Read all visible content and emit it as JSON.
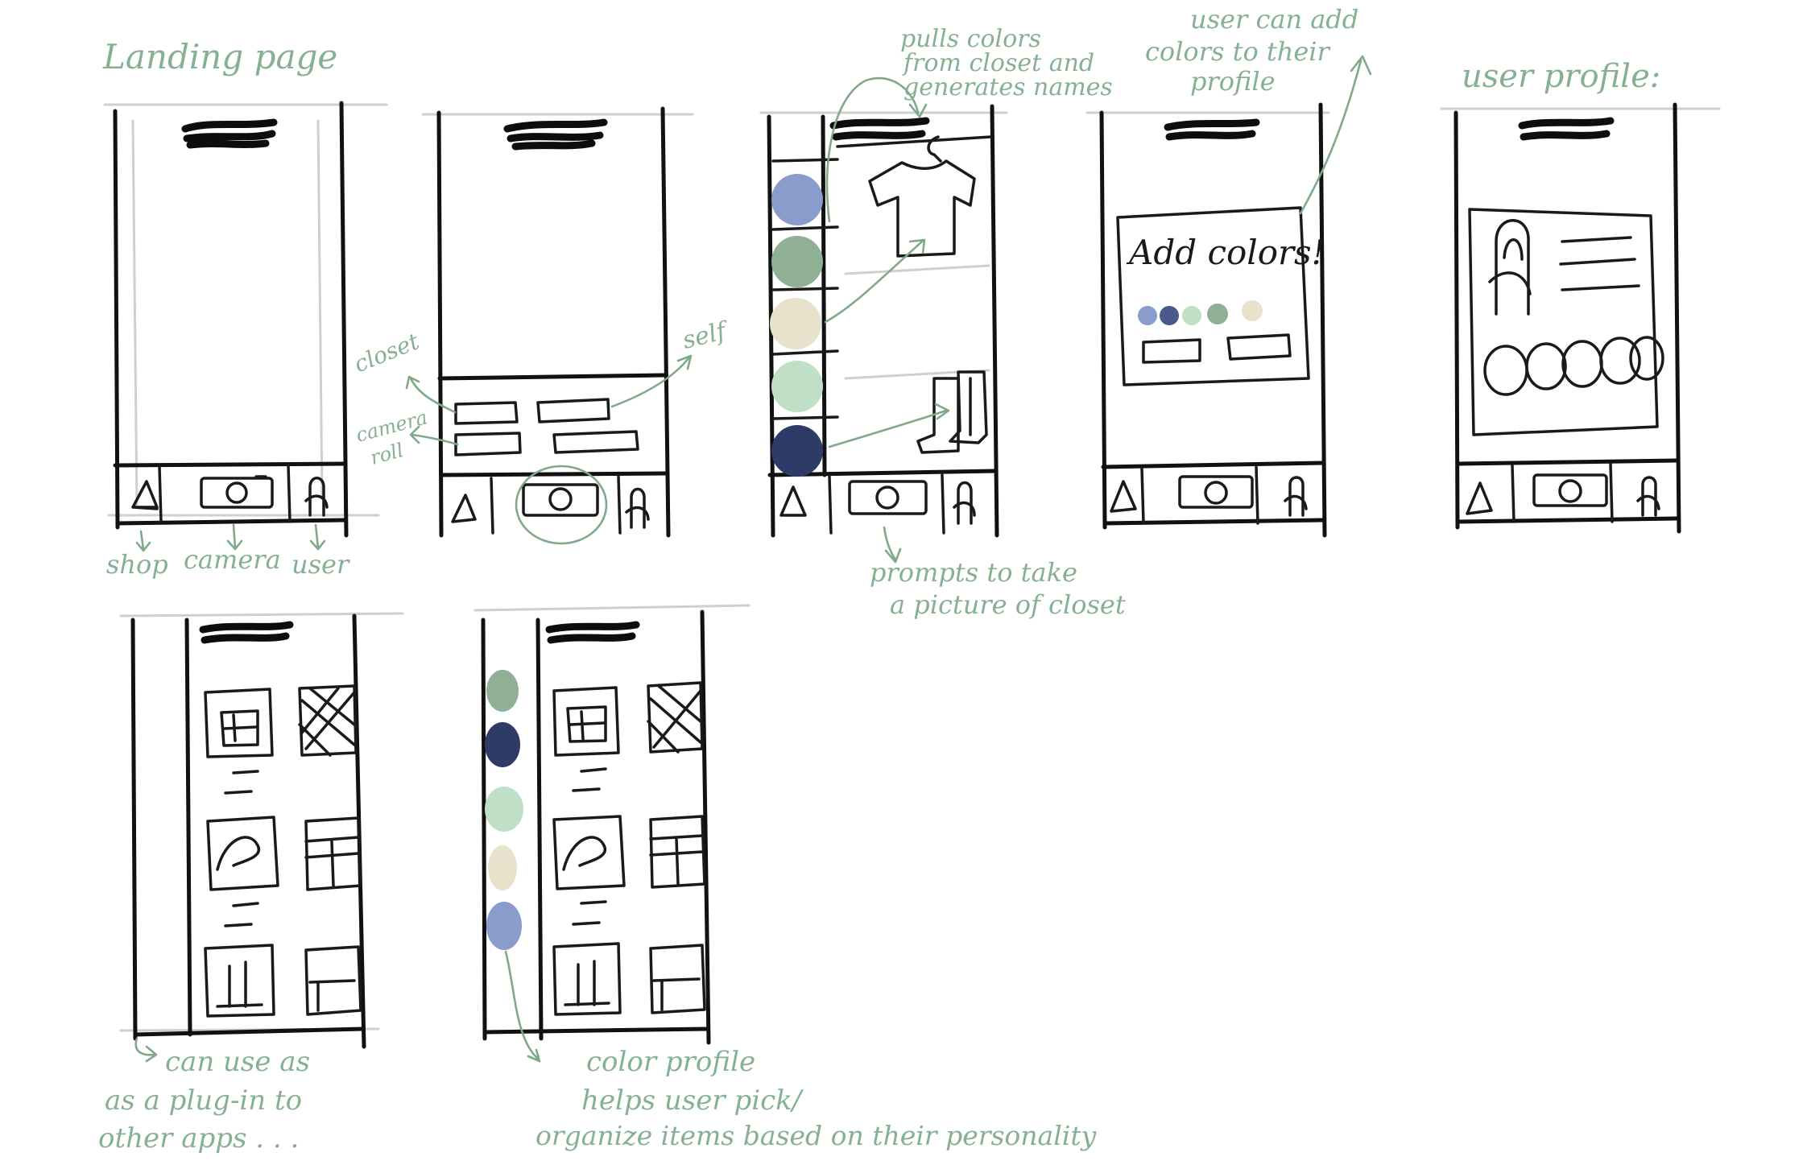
{
  "annotations": {
    "landing_page": "Landing page",
    "pulls_colors": [
      "pulls colors",
      "from closet and",
      "generates names"
    ],
    "user_add_colors": [
      "user can add",
      "colors to their",
      "profile"
    ],
    "user_profile": "user profile:",
    "closet": "closet",
    "camera_roll": [
      "camera",
      "roll"
    ],
    "self": "self",
    "tab_names": [
      "shop",
      "camera",
      "user"
    ],
    "prompts_picture": [
      "prompts to take",
      "a picture of closet"
    ],
    "plugin_note": [
      "can use as",
      "as a plug-in to",
      "other apps . . ."
    ],
    "color_profile_note": [
      "color profile",
      "helps user pick/",
      "organize items based on their personality"
    ]
  },
  "screens": {
    "add_colors_title": "Add colors!"
  },
  "colors": {
    "ink": "#111111",
    "annotation": "#86b093",
    "swatch_blue": "#8a9ccb",
    "swatch_sage": "#8fb095",
    "swatch_cream": "#e8e1cb",
    "swatch_mint": "#bfe0c6",
    "swatch_navy": "#2e3b66"
  }
}
